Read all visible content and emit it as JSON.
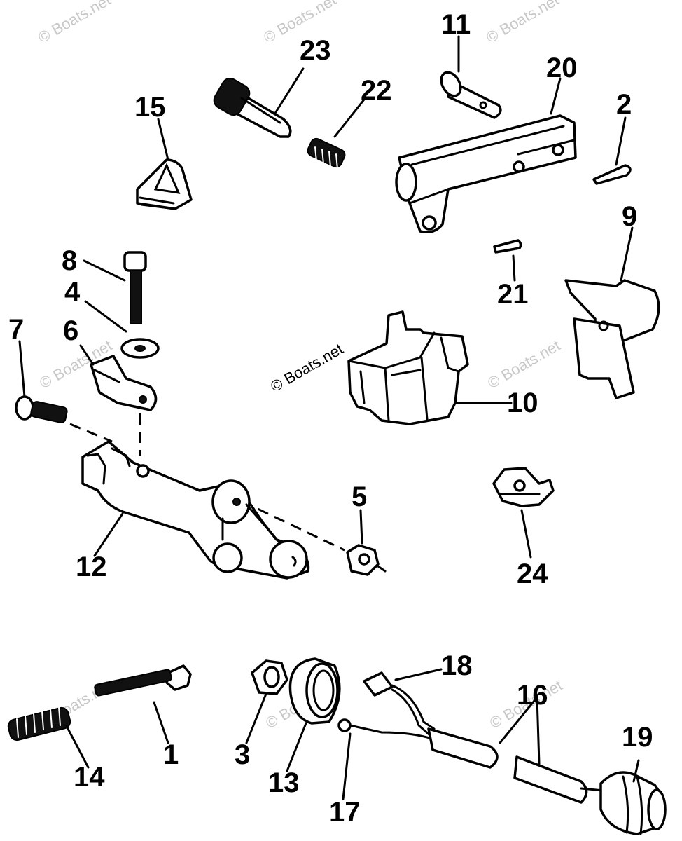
{
  "watermark": "© Boats.net",
  "callouts": {
    "c1": "1",
    "c2": "2",
    "c3": "3",
    "c4": "4",
    "c5": "5",
    "c6": "6",
    "c7": "7",
    "c8": "8",
    "c9": "9",
    "c10": "10",
    "c11": "11",
    "c12": "12",
    "c13": "13",
    "c14": "14",
    "c15": "15",
    "c16": "16",
    "c17": "17",
    "c18": "18",
    "c19": "19",
    "c20": "20",
    "c21": "21",
    "c22": "22",
    "c23": "23",
    "c24": "24"
  },
  "colors": {
    "ink": "#000000",
    "paper": "#ffffff",
    "watermark": "#c8c8c8"
  }
}
